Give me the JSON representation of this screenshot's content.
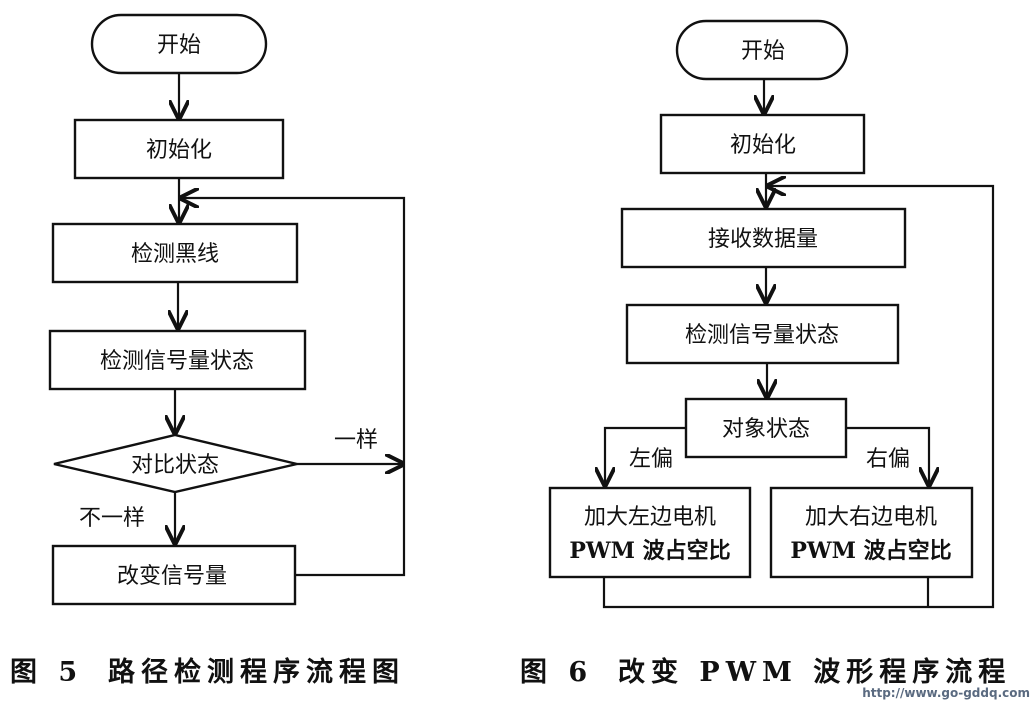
{
  "figure5": {
    "caption_num": "图 5",
    "caption_title": "路径检测程序流程图",
    "nodes": {
      "start": "开始",
      "init": "初始化",
      "detect_line": "检测黑线",
      "detect_signal": "检测信号量状态",
      "compare": "对比状态",
      "change_signal": "改变信号量"
    },
    "edges": {
      "same": "一样",
      "different": "不一样"
    }
  },
  "figure6": {
    "caption_num": "图 6",
    "caption_title": "改变 PWM 波形程序流程",
    "nodes": {
      "start": "开始",
      "init": "初始化",
      "receive": "接收数据量",
      "detect_signal": "检测信号量状态",
      "object_state": "对象状态",
      "left_line1": "加大左边电机",
      "left_line2": "PWM 波占空比",
      "right_line1": "加大右边电机",
      "right_line2": "PWM 波占空比"
    },
    "edges": {
      "left": "左偏",
      "right": "右偏"
    }
  },
  "watermark": "http://www.go-gddq.com"
}
